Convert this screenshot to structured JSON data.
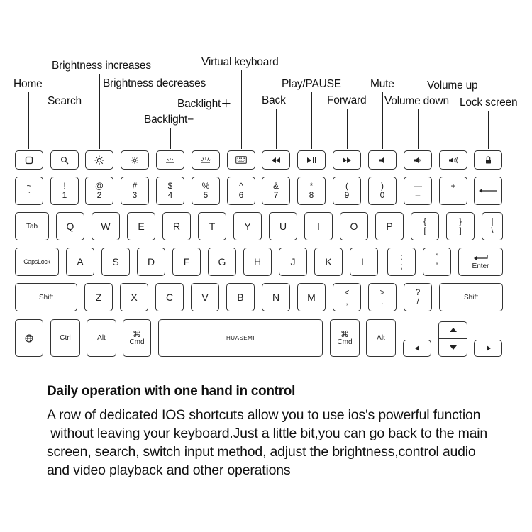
{
  "callouts": {
    "home": "Home",
    "search": "Search",
    "brightness_up": "Brightness increases",
    "brightness_down": "Brightness decreases",
    "backlight_minus": "Backlight−",
    "backlight_plus": "Backlight＋",
    "virtual_keyboard": "Virtual keyboard",
    "back": "Back",
    "play_pause": "Play/PAUSE",
    "forward": "Forward",
    "mute": "Mute",
    "volume_down": "Volume  down",
    "volume_up": "Volume  up",
    "lock_screen": "Lock screen"
  },
  "keyboard": {
    "icons": {
      "home": "home-square-icon",
      "search": "magnifier-icon",
      "brightness_up": "sun-large-icon",
      "brightness_down": "sun-small-icon",
      "backlight_minus": "backlight-dim-icon",
      "backlight_plus": "backlight-bright-icon",
      "virtual_keyboard": "keyboard-icon",
      "back": "rewind-icon",
      "play_pause": "play-pause-icon",
      "forward": "fast-forward-icon",
      "mute": "speaker-mute-icon",
      "volume_down": "speaker-low-icon",
      "volume_up": "speaker-high-icon",
      "lock_screen": "padlock-icon",
      "globe": "globe-icon",
      "backspace": "left-arrow-icon",
      "enter": "enter-arrow-icon",
      "arrow_left": "arrow-left-icon",
      "arrow_right": "arrow-right-icon",
      "arrow_up": "arrow-up-icon",
      "arrow_down": "arrow-down-icon"
    },
    "number_row": [
      {
        "top": "~",
        "bot": "`"
      },
      {
        "top": "!",
        "bot": "1"
      },
      {
        "top": "@",
        "bot": "2"
      },
      {
        "top": "#",
        "bot": "3"
      },
      {
        "top": "$",
        "bot": "4"
      },
      {
        "top": "%",
        "bot": "5"
      },
      {
        "top": "^",
        "bot": "6"
      },
      {
        "top": "&",
        "bot": "7"
      },
      {
        "top": "*",
        "bot": "8"
      },
      {
        "top": "(",
        "bot": "9"
      },
      {
        "top": ")",
        "bot": "0"
      },
      {
        "top": "—",
        "bot": "–"
      },
      {
        "top": "+",
        "bot": "="
      }
    ],
    "qwerty_row": {
      "tab": "Tab",
      "letters": [
        "Q",
        "W",
        "E",
        "R",
        "T",
        "Y",
        "U",
        "I",
        "O",
        "P"
      ],
      "bracket_open": {
        "top": "{",
        "bot": "["
      },
      "bracket_close": {
        "top": "}",
        "bot": "]"
      },
      "pipe": {
        "top": "|",
        "bot": "\\"
      }
    },
    "home_row": {
      "caps": "CapsLock",
      "letters": [
        "A",
        "S",
        "D",
        "F",
        "G",
        "H",
        "J",
        "K",
        "L"
      ],
      "semicolon": {
        "top": ":",
        "bot": ";"
      },
      "quote": {
        "top": "”",
        "bot": "’"
      },
      "enter": "Enter"
    },
    "shift_row": {
      "shift_left": "Shift",
      "letters": [
        "Z",
        "X",
        "C",
        "V",
        "B",
        "N",
        "M"
      ],
      "comma": {
        "top": "<",
        "bot": ","
      },
      "period": {
        "top": ">",
        "bot": "."
      },
      "slash": {
        "top": "?",
        "bot": "/"
      },
      "shift_right": "Shift"
    },
    "bottom_row": {
      "ctrl": "Ctrl",
      "alt_left": "Alt",
      "cmd_symbol": "⌘",
      "cmd_left": "Cmd",
      "space_brand": "HUASEMI",
      "cmd_right": "Cmd",
      "alt_right": "Alt"
    }
  },
  "description": {
    "heading": "Daily operation with one hand in control",
    "lines": [
      "A row of dedicated IOS shortcuts allow you to use ios's powerful function",
      " without leaving your keyboard.Just a little bit,you can go back to the main",
      "screen, search, switch input method, adjust the brightness,control audio",
      "and video playback and other operations"
    ]
  }
}
